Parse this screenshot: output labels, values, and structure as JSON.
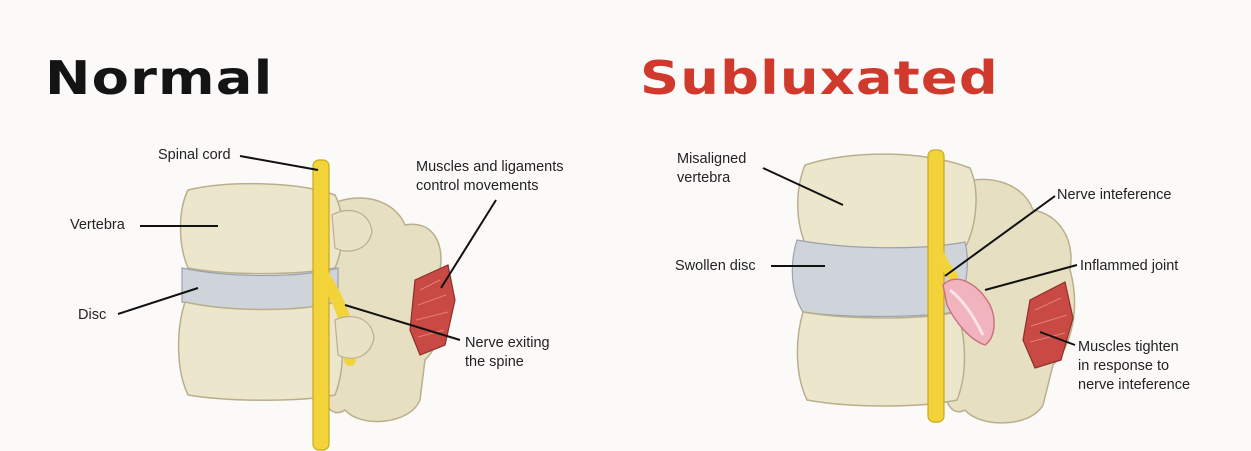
{
  "normal": {
    "title": "Normal",
    "labels": {
      "spinal_cord": "Spinal cord",
      "vertebra": "Vertebra",
      "disc": "Disc",
      "muscles_line1": "Muscles and ligaments",
      "muscles_line2": "control movements",
      "nerve_line1": "Nerve exiting",
      "nerve_line2": "the spine"
    }
  },
  "subluxated": {
    "title": "Subluxated",
    "labels": {
      "misaligned_line1": "Misaligned",
      "misaligned_line2": "vertebra",
      "swollen_disc": "Swollen disc",
      "nerve_interference": "Nerve inteference",
      "inflamed_joint": "Inflammed joint",
      "muscles_line1": "Muscles tighten",
      "muscles_line2": "in response to",
      "muscles_line3": "nerve inteference"
    }
  },
  "colors": {
    "title_normal": "#141414",
    "title_subluxated": "#d03a2d",
    "bone": "#ece6cc",
    "disc": "#cfd4db",
    "nerve": "#f2d43a",
    "muscle": "#c94a45",
    "inflamed": "#f1b3bd"
  }
}
